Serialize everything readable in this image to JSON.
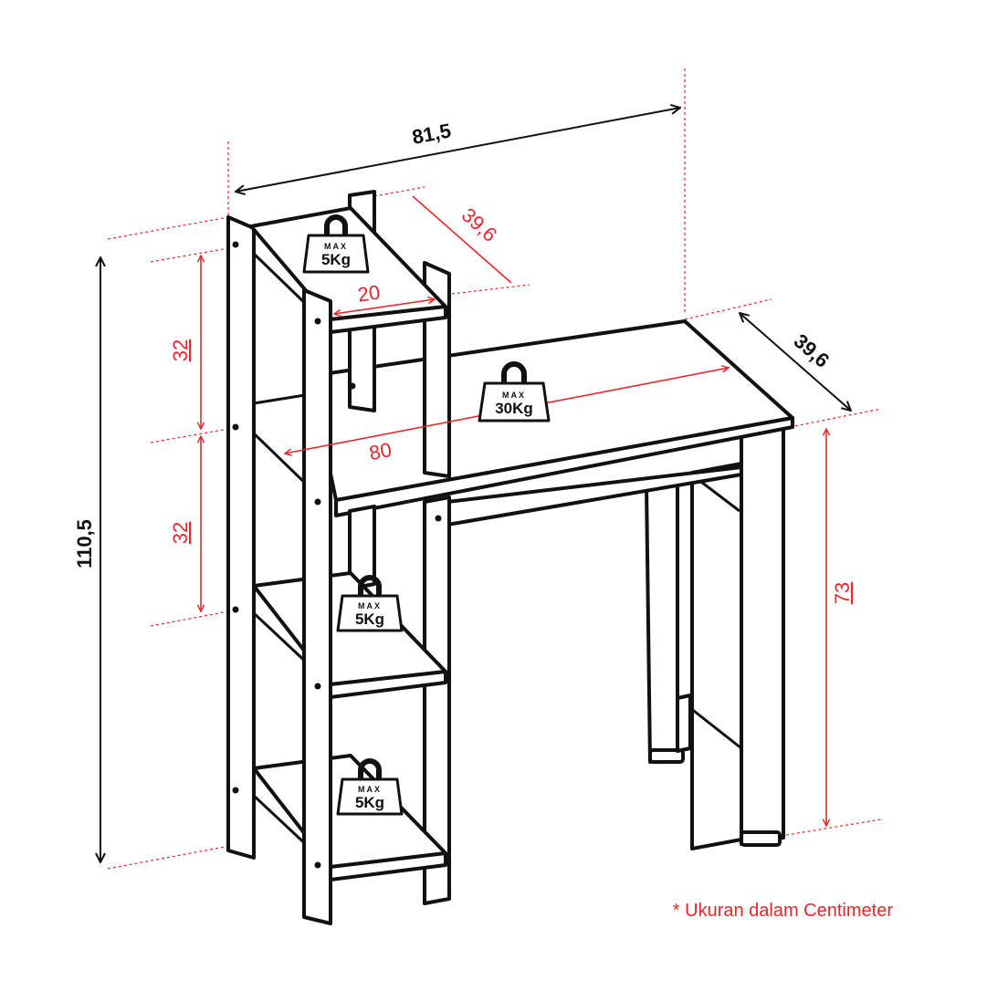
{
  "dimensions": {
    "overall_width": "81,5",
    "overall_height": "110,5",
    "shelf_depth_top": "39,6",
    "desk_depth": "39,6",
    "shelf_width": "20",
    "desk_width": "80",
    "shelf_spacing_upper": "32",
    "shelf_spacing_lower": "32",
    "desk_height": "73"
  },
  "weights": {
    "max_label": "MAX",
    "top_shelf": "5Kg",
    "desk_top": "30Kg",
    "middle_shelf": "5Kg",
    "bottom_shelf": "5Kg"
  },
  "note": "* Ukuran dalam Centimeter",
  "colors": {
    "outline": "#111111",
    "dimension_red": "#e8262b",
    "background": "#ffffff"
  }
}
